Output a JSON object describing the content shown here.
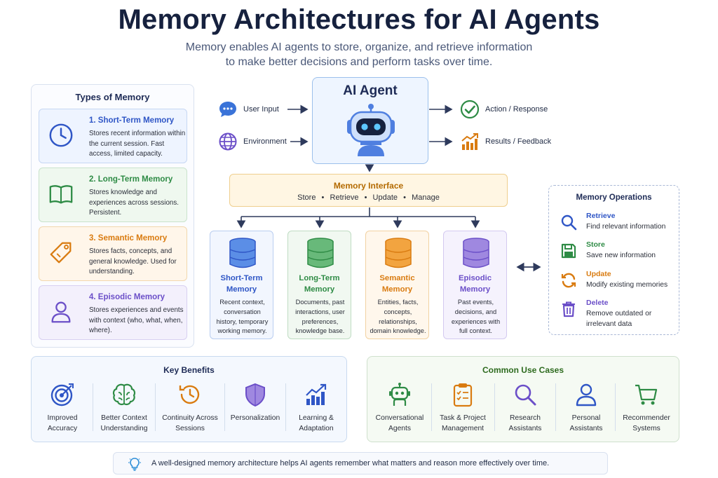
{
  "header": {
    "title": "Memory Architectures for AI Agents",
    "subtitle_line1": "Memory enables AI agents to store, organize, and retrieve information",
    "subtitle_line2": "to make better decisions and perform tasks over time."
  },
  "types": {
    "title": "Types of Memory",
    "items": [
      {
        "name": "1. Short-Term Memory",
        "desc": "Stores recent information within the current session. Fast access, limited capacity.",
        "icon": "clock-icon",
        "color": "#2f56c6"
      },
      {
        "name": "2. Long-Term Memory",
        "desc": "Stores knowledge and experiences across sessions. Persistent.",
        "icon": "book-icon",
        "color": "#2e8b45"
      },
      {
        "name": "3. Semantic Memory",
        "desc": "Stores facts, concepts, and general knowledge. Used for understanding.",
        "icon": "tag-icon",
        "color": "#d97b10"
      },
      {
        "name": "4. Episodic Memory",
        "desc": "Stores experiences and events with context (who, what, when, where).",
        "icon": "person-icon",
        "color": "#6b4fc8"
      }
    ]
  },
  "agent": {
    "title": "AI Agent",
    "icon": "robot-icon"
  },
  "inputs": [
    {
      "label": "User Input",
      "icon": "chat-icon"
    },
    {
      "label": "Environment",
      "icon": "globe-icon"
    }
  ],
  "outputs": [
    {
      "label": "Action / Response",
      "icon": "check-icon"
    },
    {
      "label": "Results / Feedback",
      "icon": "chart-up-icon"
    }
  ],
  "interface": {
    "title": "Memory Interface",
    "ops": "Store  •  Retrieve  •  Update  •  Manage"
  },
  "stores": [
    {
      "name": "Short-Term Memory",
      "desc": "Recent context, conversation history, temporary working memory.",
      "color": "#2f56c6",
      "fill": "#5b8ee6"
    },
    {
      "name": "Long-Term Memory",
      "desc": "Documents, past interactions, user preferences, knowledge base.",
      "color": "#2e8b45",
      "fill": "#68b97a"
    },
    {
      "name": "Semantic Memory",
      "desc": "Entities, facts, concepts, relationships, domain knowledge.",
      "color": "#d97b10",
      "fill": "#f2a440"
    },
    {
      "name": "Episodic Memory",
      "desc": "Past events, decisions, and experiences with full context.",
      "color": "#6b4fc8",
      "fill": "#9f88e0"
    }
  ],
  "operations": {
    "title": "Memory Operations",
    "items": [
      {
        "name": "Retrieve",
        "desc": "Find relevant information",
        "icon": "search-icon",
        "color": "#2f56c6"
      },
      {
        "name": "Store",
        "desc": "Save new information",
        "icon": "save-icon",
        "color": "#2e8b45"
      },
      {
        "name": "Update",
        "desc": "Modify existing memories",
        "icon": "refresh-icon",
        "color": "#d97b10"
      },
      {
        "name": "Delete",
        "desc": "Remove outdated or irrelevant data",
        "icon": "trash-icon",
        "color": "#6b4fc8"
      }
    ]
  },
  "benefits": {
    "title": "Key Benefits",
    "items": [
      {
        "label": "Improved Accuracy",
        "icon": "target-icon"
      },
      {
        "label": "Better Context Understanding",
        "icon": "brain-icon"
      },
      {
        "label": "Continuity Across Sessions",
        "icon": "history-icon"
      },
      {
        "label": "Personalization",
        "icon": "shield-icon"
      },
      {
        "label": "Learning & Adaptation",
        "icon": "growth-chart-icon"
      }
    ]
  },
  "usecases": {
    "title": "Common Use Cases",
    "items": [
      {
        "label": "Conversational Agents",
        "icon": "bot-icon"
      },
      {
        "label": "Task & Project Management",
        "icon": "clipboard-icon"
      },
      {
        "label": "Research Assistants",
        "icon": "magnifier-icon"
      },
      {
        "label": "Personal Assistants",
        "icon": "user-icon"
      },
      {
        "label": "Recommender Systems",
        "icon": "cart-icon"
      }
    ]
  },
  "footer": {
    "text": "A well-designed memory architecture helps AI agents remember what matters and reason more effectively over time.",
    "icon": "lightbulb-icon"
  }
}
